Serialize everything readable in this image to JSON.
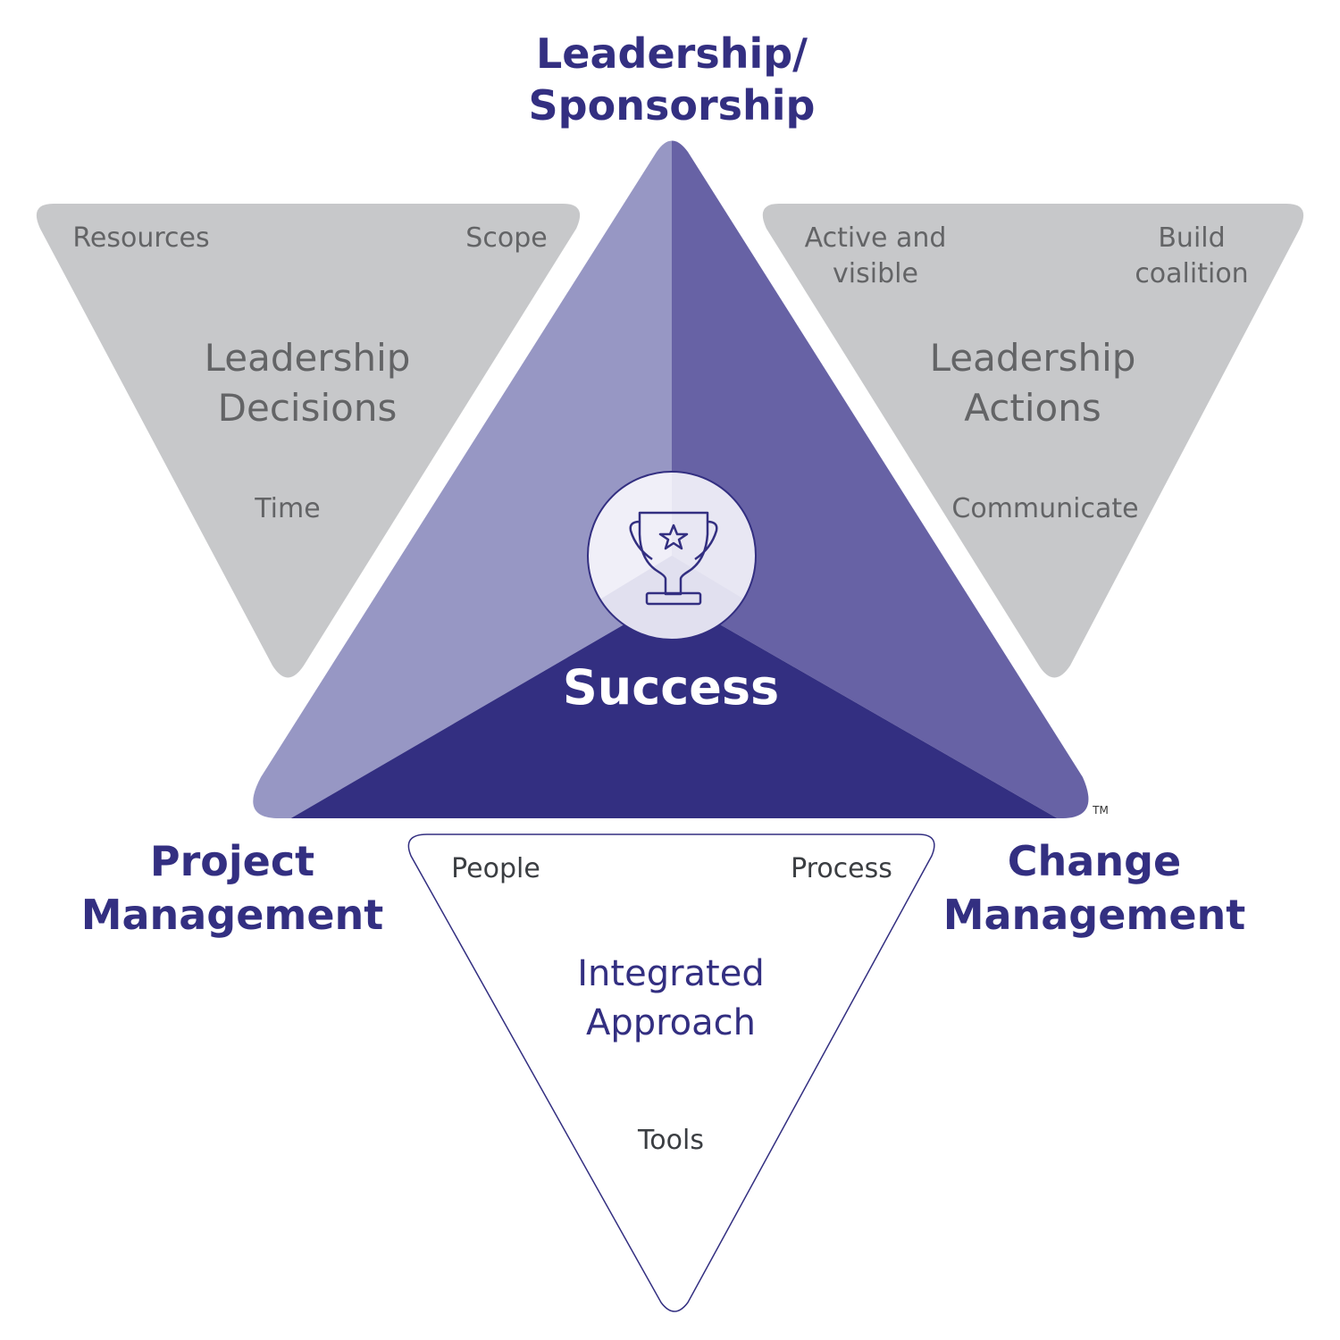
{
  "diagram": {
    "top_label": {
      "line1": "Leadership/",
      "line2": "Sponsorship"
    },
    "left_label": {
      "line1": "Project",
      "line2": "Management"
    },
    "right_label": {
      "line1": "Change",
      "line2": "Management"
    },
    "center_label": "Success",
    "center_icon": "trophy-star-icon",
    "trademark": "TM",
    "left_triangle": {
      "title": {
        "line1": "Leadership",
        "line2": "Decisions"
      },
      "items": [
        "Resources",
        "Scope",
        "Time"
      ]
    },
    "right_triangle": {
      "title": {
        "line1": "Leadership",
        "line2": "Actions"
      },
      "items": [
        {
          "line1": "Active and",
          "line2": "visible"
        },
        {
          "line1": "Build",
          "line2": "coalition"
        },
        {
          "line1": "Communicate"
        }
      ]
    },
    "bottom_triangle": {
      "title": {
        "line1": "Integrated",
        "line2": "Approach"
      },
      "items": [
        "People",
        "Process",
        "Tools"
      ]
    },
    "colors": {
      "dark_purple": "#332f81",
      "mid_purple": "#6762a5",
      "light_purple": "#9797c4",
      "gray_fill": "#c7c8ca",
      "gray_text": "#636466",
      "circle_fill": "#efeef7"
    }
  }
}
